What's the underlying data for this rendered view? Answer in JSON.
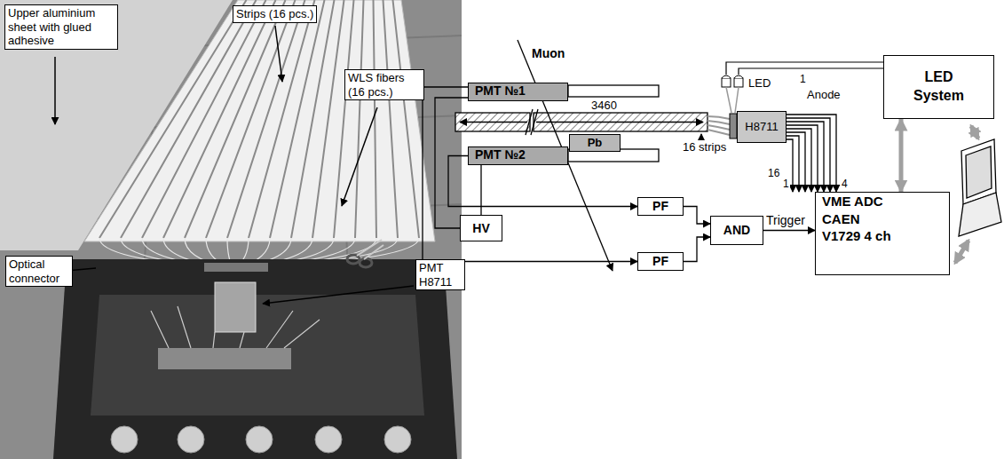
{
  "diagram": {
    "nodes": [
      {
        "text": [
          "PMT №1"
        ]
      },
      {
        "text": [
          "PMT №2"
        ]
      },
      {
        "text": [
          "Pb"
        ]
      },
      {
        "text": [
          "H8711"
        ]
      },
      {
        "text": [
          "LED System"
        ]
      },
      {
        "text": [
          "HV"
        ]
      },
      {
        "text": [
          "PF"
        ]
      },
      {
        "text": [
          "PF"
        ]
      },
      {
        "text": [
          "AND"
        ]
      },
      {
        "text": [
          "VME ADC CAEN V1729 4 ch"
        ]
      }
    ],
    "edges": [
      {
        "from": 0,
        "to": 7,
        "arrow": "to"
      },
      {
        "from": 1,
        "to": 6,
        "arrow": "to"
      },
      {
        "from": 5,
        "to": 0,
        "arrow": "none"
      },
      {
        "from": 5,
        "to": 1,
        "arrow": "none"
      },
      {
        "from": 6,
        "to": 8,
        "arrow": "to"
      },
      {
        "from": 7,
        "to": 8,
        "arrow": "to"
      },
      {
        "from": 8,
        "to": 9,
        "label": "Trigger",
        "arrow": "to"
      },
      {
        "from": 3,
        "to": 9,
        "arrow": "to"
      },
      {
        "from": 4,
        "to": 9,
        "arrow": "both"
      }
    ],
    "labels": [
      "Upper aluminium sheet with glued adhesive",
      "Strips (16 pcs.)",
      "WLS fibers (16 pcs.)",
      "Optical connector",
      "PMT H8711",
      "Muon",
      "3460",
      "16 strips",
      "LED",
      "1",
      "Anode",
      "16",
      "1",
      "4"
    ]
  }
}
